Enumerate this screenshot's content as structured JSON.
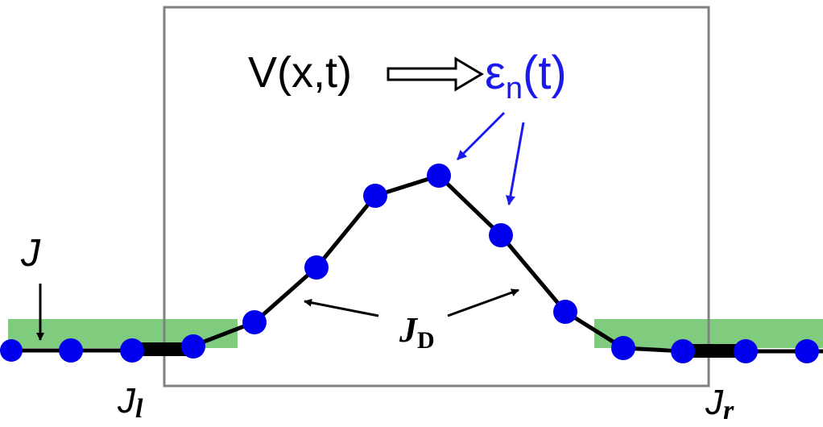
{
  "labels": {
    "potential": "V(x,t)",
    "energy_symbol": "ε",
    "energy_sub": "n",
    "energy_arg": "(t)",
    "coupling": "J",
    "coupling_device": "J",
    "device_sub": "D",
    "coupling_left": "J",
    "left_sub": "l",
    "coupling_right": "J",
    "right_sub": "r"
  },
  "colors": {
    "site": "#0000ee",
    "energy_text": "#1a1aee",
    "chain": "#000000",
    "band": "#7fcc7f",
    "box": "#808080",
    "arrow": "#000000",
    "energy_arrow": "#1a1aee"
  }
}
